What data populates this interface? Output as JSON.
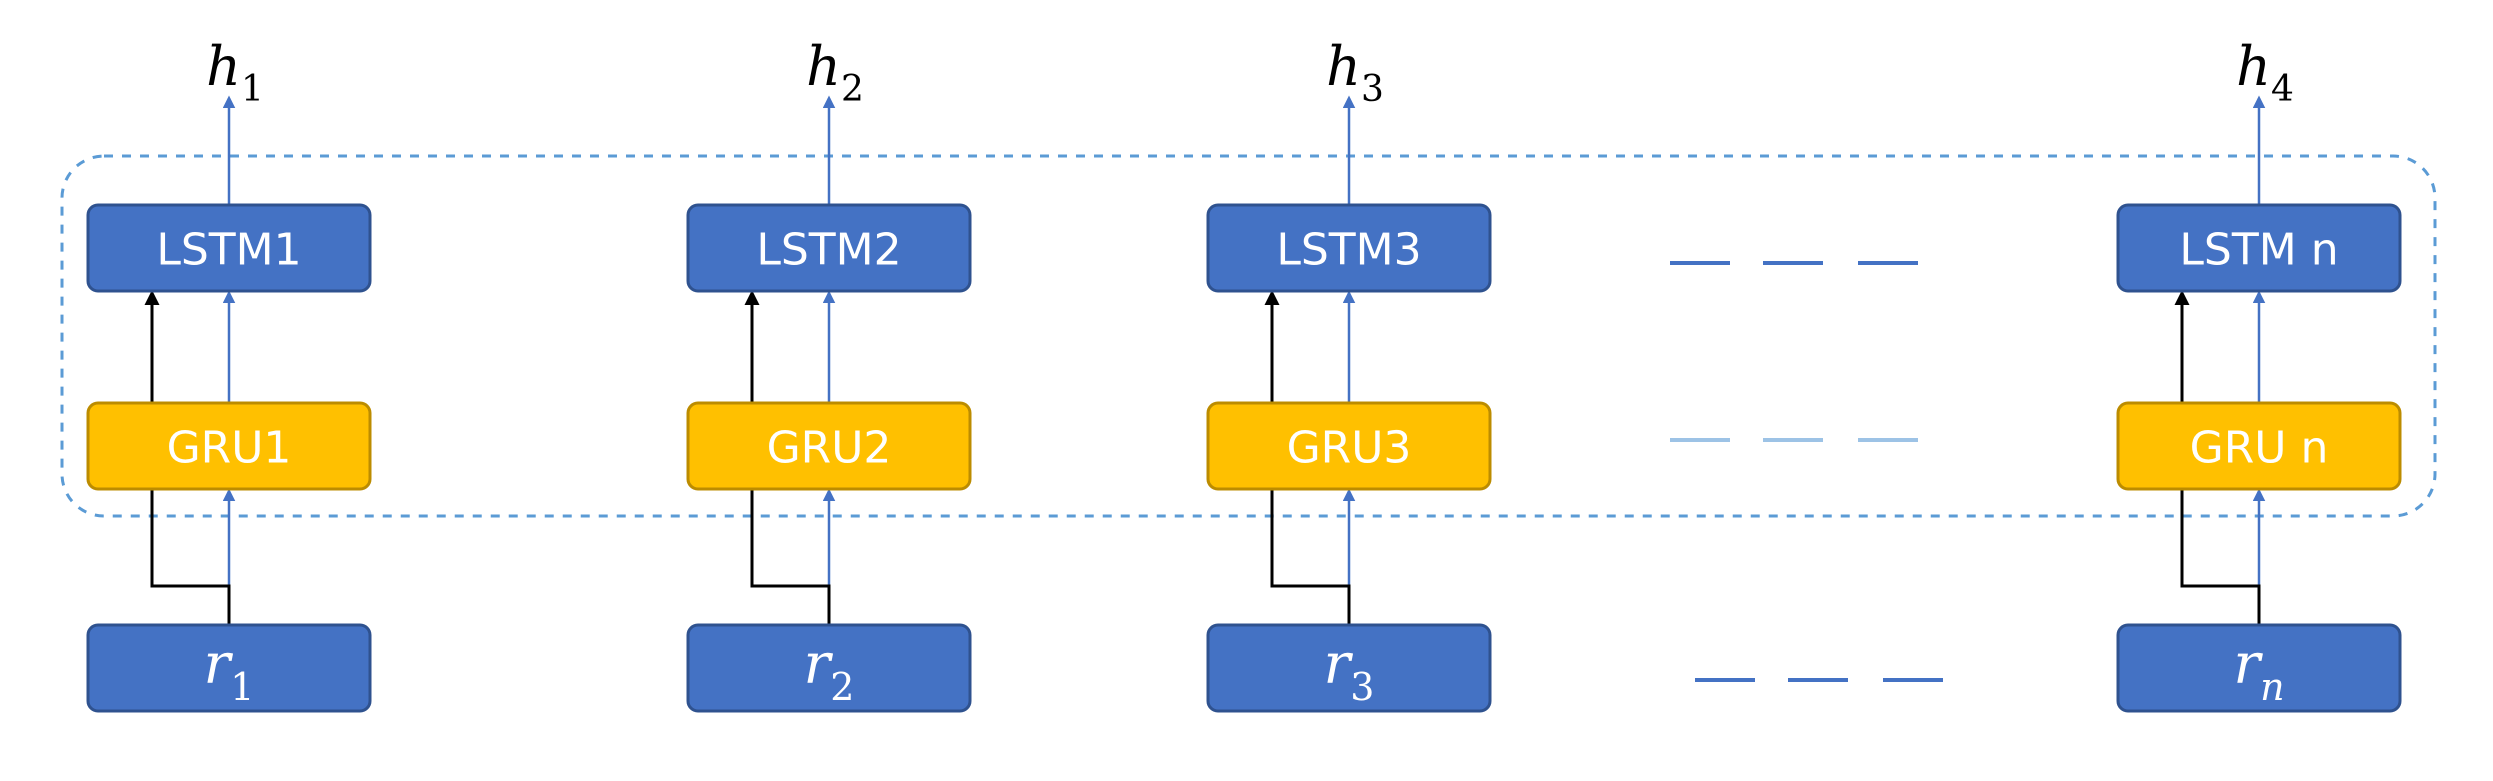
{
  "lstm_labels": [
    "LSTM1",
    "LSTM2",
    "LSTM3",
    "LSTM n"
  ],
  "gru_labels": [
    "GRU1",
    "GRU2",
    "GRU3",
    "GRU n"
  ],
  "inputs": [
    {
      "base": "r",
      "sub": "1"
    },
    {
      "base": "r",
      "sub": "2"
    },
    {
      "base": "r",
      "sub": "3"
    },
    {
      "base": "r",
      "sub": "n"
    }
  ],
  "outputs": [
    {
      "base": "h",
      "sub": "1"
    },
    {
      "base": "h",
      "sub": "2"
    },
    {
      "base": "h",
      "sub": "3"
    },
    {
      "base": "h",
      "sub": "4"
    }
  ],
  "colors": {
    "lstm_fill": "#4472C4",
    "lstm_stroke": "#2F528F",
    "gru_fill": "#FFC000",
    "gru_stroke": "#BC8C00",
    "input_fill": "#4472C4",
    "arrow_blue": "#4472C4",
    "arrow_black": "#000000",
    "group_border": "#5B9BD5"
  }
}
